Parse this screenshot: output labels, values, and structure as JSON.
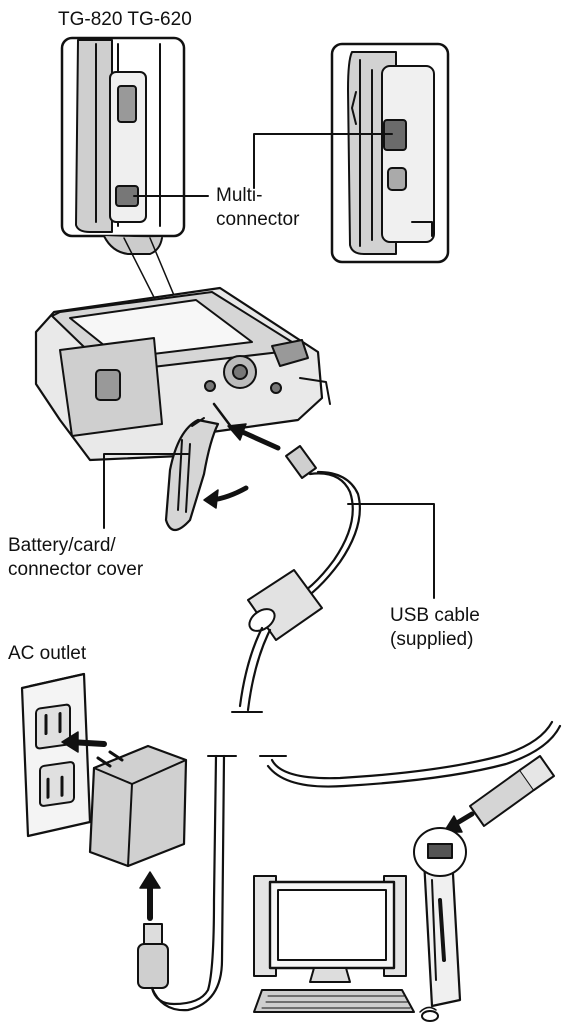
{
  "labels": {
    "models": "TG-820 TG-620",
    "multi_connector": [
      "Multi-",
      "connector"
    ],
    "battery_cover": [
      "Battery/card/",
      "connector cover"
    ],
    "usb_cable": [
      "USB cable",
      "(supplied)"
    ],
    "ac_outlet": "AC outlet"
  },
  "colors": {
    "line": "#111111",
    "fill_light": "#e6e6e6",
    "fill_mid": "#bdbdbd",
    "fill_dark": "#5a5a5a"
  }
}
